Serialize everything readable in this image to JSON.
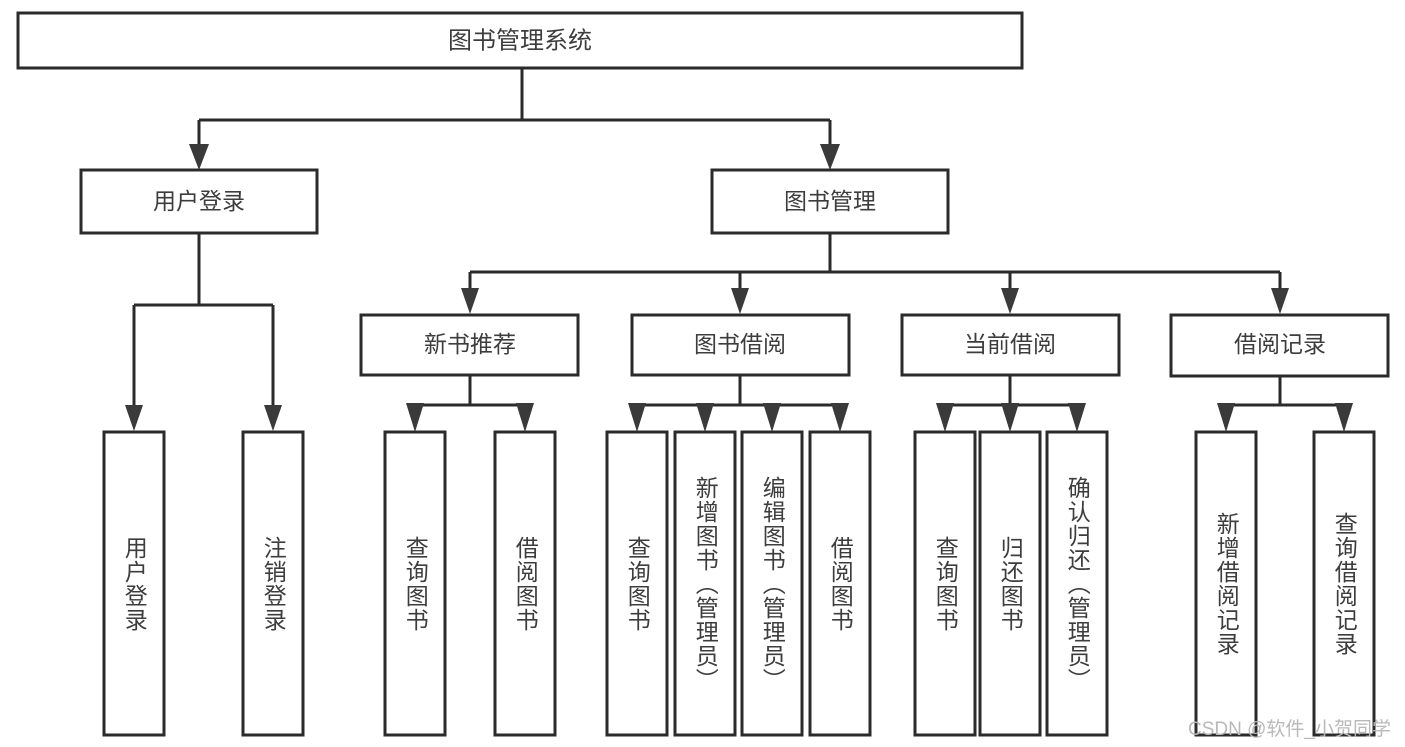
{
  "diagram": {
    "type": "tree-hierarchy",
    "root": {
      "label": "图书管理系统"
    },
    "level2": [
      {
        "label": "用户登录"
      },
      {
        "label": "图书管理"
      }
    ],
    "level3": [
      {
        "label": "新书推荐"
      },
      {
        "label": "图书借阅"
      },
      {
        "label": "当前借阅"
      },
      {
        "label": "借阅记录"
      }
    ],
    "leaves": {
      "user_login": [
        {
          "label": "用户登录"
        },
        {
          "label": "注销登录"
        }
      ],
      "new_book_recommend": [
        {
          "label": "查询图书"
        },
        {
          "label": "借阅图书"
        }
      ],
      "book_borrow": [
        {
          "label": "查询图书"
        },
        {
          "label": "新增图书（管理员）"
        },
        {
          "label": "编辑图书（管理员）"
        },
        {
          "label": "借阅图书"
        }
      ],
      "current_borrow": [
        {
          "label": "查询图书"
        },
        {
          "label": "归还图书"
        },
        {
          "label": "确认归还（管理员）"
        }
      ],
      "borrow_record": [
        {
          "label": "新增借阅记录"
        },
        {
          "label": "查询借阅记录"
        }
      ]
    }
  },
  "watermark": {
    "text": "CSDN @软件_小贺同学"
  },
  "colors": {
    "box_stroke": "#2b2b2b",
    "text": "#3d3d3d",
    "background": "#ffffff",
    "watermark": "#b9b9b9"
  }
}
